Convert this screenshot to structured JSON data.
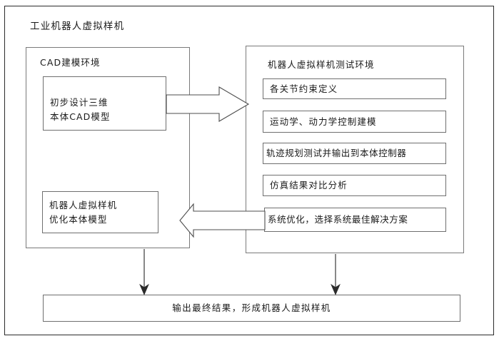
{
  "diagram": {
    "title": "工业机器人虚拟样机",
    "frame_color": "#2b2b2b",
    "box_color": "#6f6f6f",
    "text_color": "#1a1a1a"
  },
  "left_panel": {
    "title": "CAD建模环境",
    "boxes": [
      {
        "lines": [
          "初步设计三维",
          "本体CAD模型"
        ]
      },
      {
        "lines": [
          "机器人虚拟样机",
          "优化本体模型"
        ]
      }
    ]
  },
  "right_panel": {
    "title": "机器人虚拟样机测试环境",
    "boxes": [
      {
        "lines": [
          "各关节约束定义"
        ]
      },
      {
        "lines": [
          "运动学、动力学控制建模"
        ]
      },
      {
        "lines": [
          "轨迹规划测试并输出到本体控制器"
        ]
      },
      {
        "lines": [
          "仿真结果对比分析"
        ]
      },
      {
        "lines": [
          "系统优化，选择系统最佳解决方案"
        ]
      }
    ]
  },
  "output_box": {
    "lines": [
      "输出最终结果，形成机器人虚拟样机"
    ]
  },
  "connectors": {
    "forward_arrow": "block-arrow-right",
    "feedback_arrow": "block-arrow-left",
    "down_arrow_left": "arrow-down",
    "down_arrow_right": "arrow-down"
  }
}
